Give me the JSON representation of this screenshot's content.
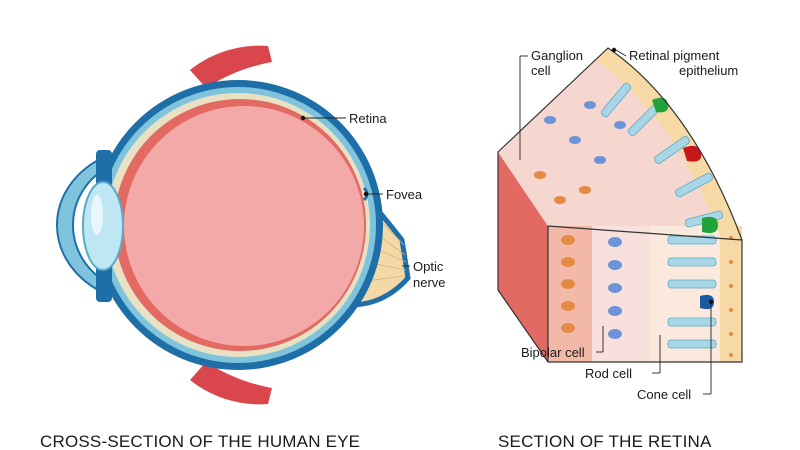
{
  "eye": {
    "caption": "CROSS-SECTION OF THE HUMAN EYE",
    "labels": {
      "retina": "Retina",
      "fovea": "Fovea",
      "optic_line1": "Optic",
      "optic_line2": "nerve"
    }
  },
  "retina_section": {
    "caption": "SECTION OF THE RETINA",
    "labels": {
      "ganglion_line1": "Ganglion",
      "ganglion_line2": "cell",
      "rpe_line1": "Retinal pigment",
      "rpe_line2": "epithelium",
      "bipolar": "Bipolar cell",
      "rod": "Rod cell",
      "cone": "Cone cell"
    }
  },
  "colors": {
    "sclera": "#1e6fa8",
    "choroid": "#e8e1c4",
    "vitreous": "#f4a9a9",
    "muscle": "#d9464b",
    "lens": "#bfe6f3",
    "optic_nerve": "#f3d9a6",
    "rod": "#a9d6e6",
    "cone_red": "#c8161d",
    "cone_green": "#21a33b",
    "cone_blue": "#1c5aa0",
    "bipolar": "#6d94d9",
    "ganglion": "#e58a45"
  }
}
